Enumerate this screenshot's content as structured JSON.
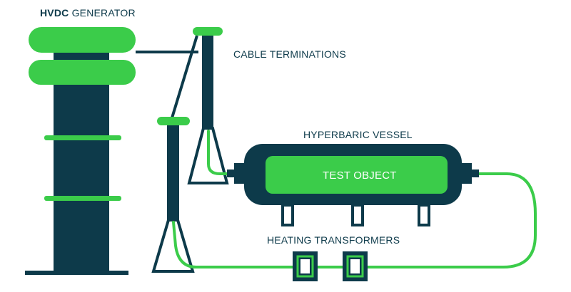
{
  "labels": {
    "hvdc_bold": "HVDC",
    "hvdc_rest": " GENERATOR",
    "cable_terminations": "CABLE TERMINATIONS",
    "hyperbaric_vessel": "HYPERBARIC VESSEL",
    "test_object": "TEST OBJECT",
    "heating_transformers": "HEATING TRANSFORMERS"
  },
  "colors": {
    "navy": "#0d3a4a",
    "green": "#3bcc4a",
    "background": "#ffffff"
  }
}
